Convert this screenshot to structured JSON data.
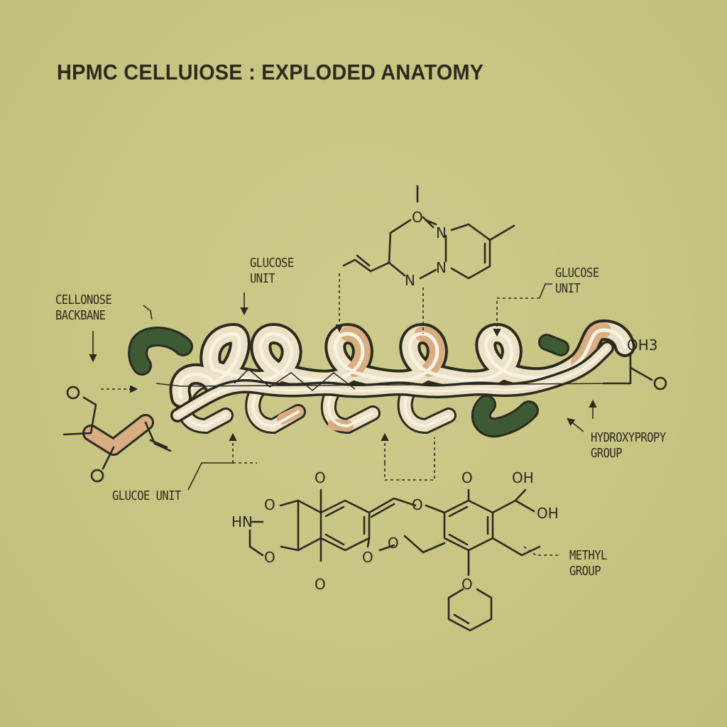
{
  "title": "HPMC CELLUIOSE : EXPLODED ANATOMY",
  "labels": {
    "cellonose_backbane": [
      "CELLONOSE",
      "BACKBANE"
    ],
    "glucose_unit_left": [
      "GLUCOSE",
      "UNIT"
    ],
    "glucose_unit_right": [
      "GLUCOSE",
      "UNIT"
    ],
    "glucoe_unit": "GLUCOE UNIT",
    "hydroxypropy_group": [
      "HYDROXYPROPY",
      "GROUP"
    ],
    "methyl_group": [
      "METHYL",
      "GROUP"
    ]
  },
  "atoms": {
    "oh3": "OH3",
    "hn": "HN",
    "oh_top": "OH",
    "oh_side": "OH",
    "o": "O",
    "n": "N"
  },
  "colors": {
    "background": "#c8c586",
    "ink": "#2b2a1f",
    "cream": "#ece3c6",
    "tan": "#d9ad82",
    "green": "#3e5a35"
  },
  "icons": [
    "arrow-down-icon",
    "arrow-right-icon",
    "arrow-up-icon"
  ]
}
